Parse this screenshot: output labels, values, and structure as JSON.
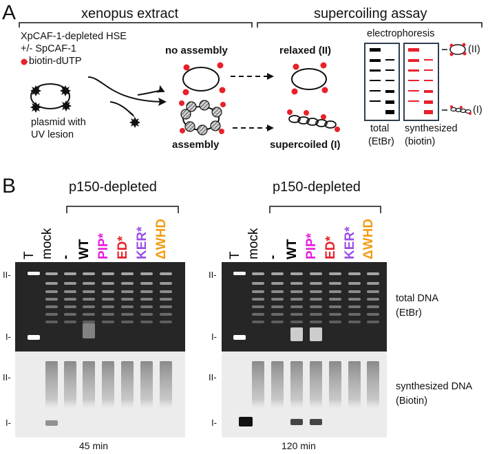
{
  "panel_a": {
    "letter": "A",
    "section_left": "xenopus extract",
    "section_right": "supercoiling assay",
    "conditions": [
      "XpCAF-1-depleted HSE",
      "+/- SpCAF-1",
      "biotin-dUTP"
    ],
    "plasmid_label": [
      "plasmid with",
      "UV lesion"
    ],
    "no_assembly": "no assembly",
    "assembly": "assembly",
    "relaxed": "relaxed (II)",
    "supercoiled": "supercoiled (I)",
    "electrophoresis": "electrophoresis",
    "form_ii": "(II)",
    "form_i": "(I)",
    "total": [
      "total",
      "(EtBr)"
    ],
    "synthesized": [
      "synthesized",
      "(biotin)"
    ],
    "colors": {
      "biotin": "#e8202a",
      "histone": "#8a8a8a",
      "gel_black": "#000000"
    }
  },
  "panel_b": {
    "letter": "B",
    "blots": [
      {
        "group_label": "p150-depleted",
        "time": "45 min",
        "lanes": [
          "T",
          "mock",
          "-",
          "WT",
          "PIP*",
          "ED*",
          "KER*",
          "ΔWHD"
        ]
      },
      {
        "group_label": "p150-depleted",
        "time": "120 min",
        "lanes": [
          "T",
          "mock",
          "-",
          "WT",
          "PIP*",
          "ED*",
          "KER*",
          "ΔWHD"
        ]
      }
    ],
    "marker_ii": "II-",
    "marker_i": "I-",
    "row_labels": {
      "total": [
        "total DNA",
        "(EtBr)"
      ],
      "synth": [
        "synthesized DNA",
        "(Biotin)"
      ]
    },
    "lane_colors": [
      "#000000",
      "#000000",
      "#000000",
      "#000000",
      "#e81ce0",
      "#e8202a",
      "#9b4dea",
      "#f39c12"
    ]
  }
}
